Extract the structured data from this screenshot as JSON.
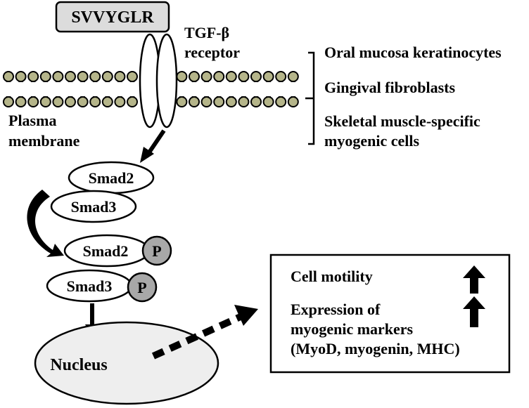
{
  "peptide": {
    "label": "SVVYGLR"
  },
  "receptor": {
    "label_line1": "TGF-β",
    "label_line2": "receptor"
  },
  "membrane": {
    "label_line1": "Plasma",
    "label_line2": "membrane"
  },
  "cell_types": [
    {
      "label": "Oral mucosa keratinocytes"
    },
    {
      "label": "Gingival fibroblasts"
    },
    {
      "label": "Skeletal muscle-specific"
    },
    {
      "label": "myogenic cells"
    }
  ],
  "smads": {
    "unphosphorylated": {
      "smad2": "Smad2",
      "smad3": "Smad3"
    },
    "phosphorylated": {
      "smad2": "Smad2",
      "smad3": "Smad3",
      "phospho": "P"
    }
  },
  "nucleus": {
    "label": "Nucleus"
  },
  "effects": {
    "cell_motility": "Cell motility",
    "expression_line1": "Expression of",
    "expression_line2": "myogenic markers",
    "expression_line3": "(MyoD, myogenin, MHC)"
  },
  "colors": {
    "lipid_head": "#b5b58a",
    "box_gray": "#dcdcdc",
    "phospho_gray": "#a8a8a8",
    "nucleus_fill": "#eeeeee",
    "line": "#000000"
  }
}
